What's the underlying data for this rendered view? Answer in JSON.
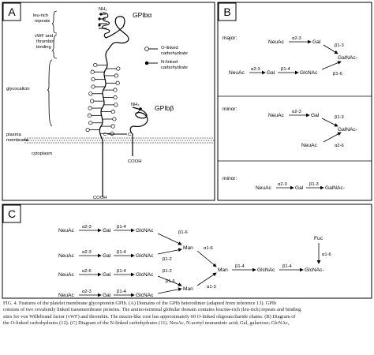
{
  "panel_a": {
    "letter": "A",
    "protein_alpha": "GPIbα",
    "protein_beta": "GPIbβ",
    "nh2_alpha": "NH₂",
    "nh2_beta": "NH₂",
    "region_leu": "leu-rich\nrepeats",
    "region_vwf": "vWF and\nthrombin\nbinding",
    "region_glyco": "glycocalicin",
    "legend_o": "O-linked\ncarbohydrate",
    "legend_n": "N-linked\ncarbohydrate",
    "membrane": "plasma\nmembrane",
    "cytoplasm": "cytoplasm",
    "cooh_beta": "COOH",
    "cooh_alpha": "COOH",
    "cys_alpha": "C",
    "cys_beta": "C"
  },
  "panel_b": {
    "letter": "B",
    "major": "major:",
    "minor1": "minor:",
    "minor2": "minor:",
    "neuac": "NeuAc",
    "gal": "Gal",
    "glcnac": "GlcNAc",
    "galnac": "GalNAc-",
    "a23": "α2-3",
    "a26": "α2-6",
    "b13": "β1-3",
    "b14": "β1-4",
    "b16": "β1-6"
  },
  "panel_c": {
    "letter": "C",
    "neuac": "NeuAc",
    "gal": "Gal",
    "glcnac": "GlcNAc",
    "man": "Man",
    "fuc": "Fuc",
    "glcnac_end": "GlcNAc-",
    "a23": "α2-3",
    "a26": "α2-6",
    "b14": "β1-4",
    "b12": "β1-2",
    "b16": "β1-6",
    "a16": "α1-6",
    "a13": "α1-3"
  },
  "caption": [
    "FIG. 4.  Features of the platelet membrane glycoprotein GPIb. (A) Domains of the GPIb heterodimer (adapted from reference 13). GPIb",
    "consists of two covalently linked transmembrane proteins. The amino-terminal globular domain contains leucine-rich (leu-rich) repeats and binding",
    "sites for von Willebrand factor (vWF) and thrombin. The mucin-like core has approximately 60 O-linked oligosaccharide chains. (B) Diagram of",
    "the O-linked carbohydrates (12). (C) Diagram of the N-linked carbohydrates (11). NeuAc, N-acetyl neuraminic acid; Gal, galactose; GlcNAc,"
  ]
}
